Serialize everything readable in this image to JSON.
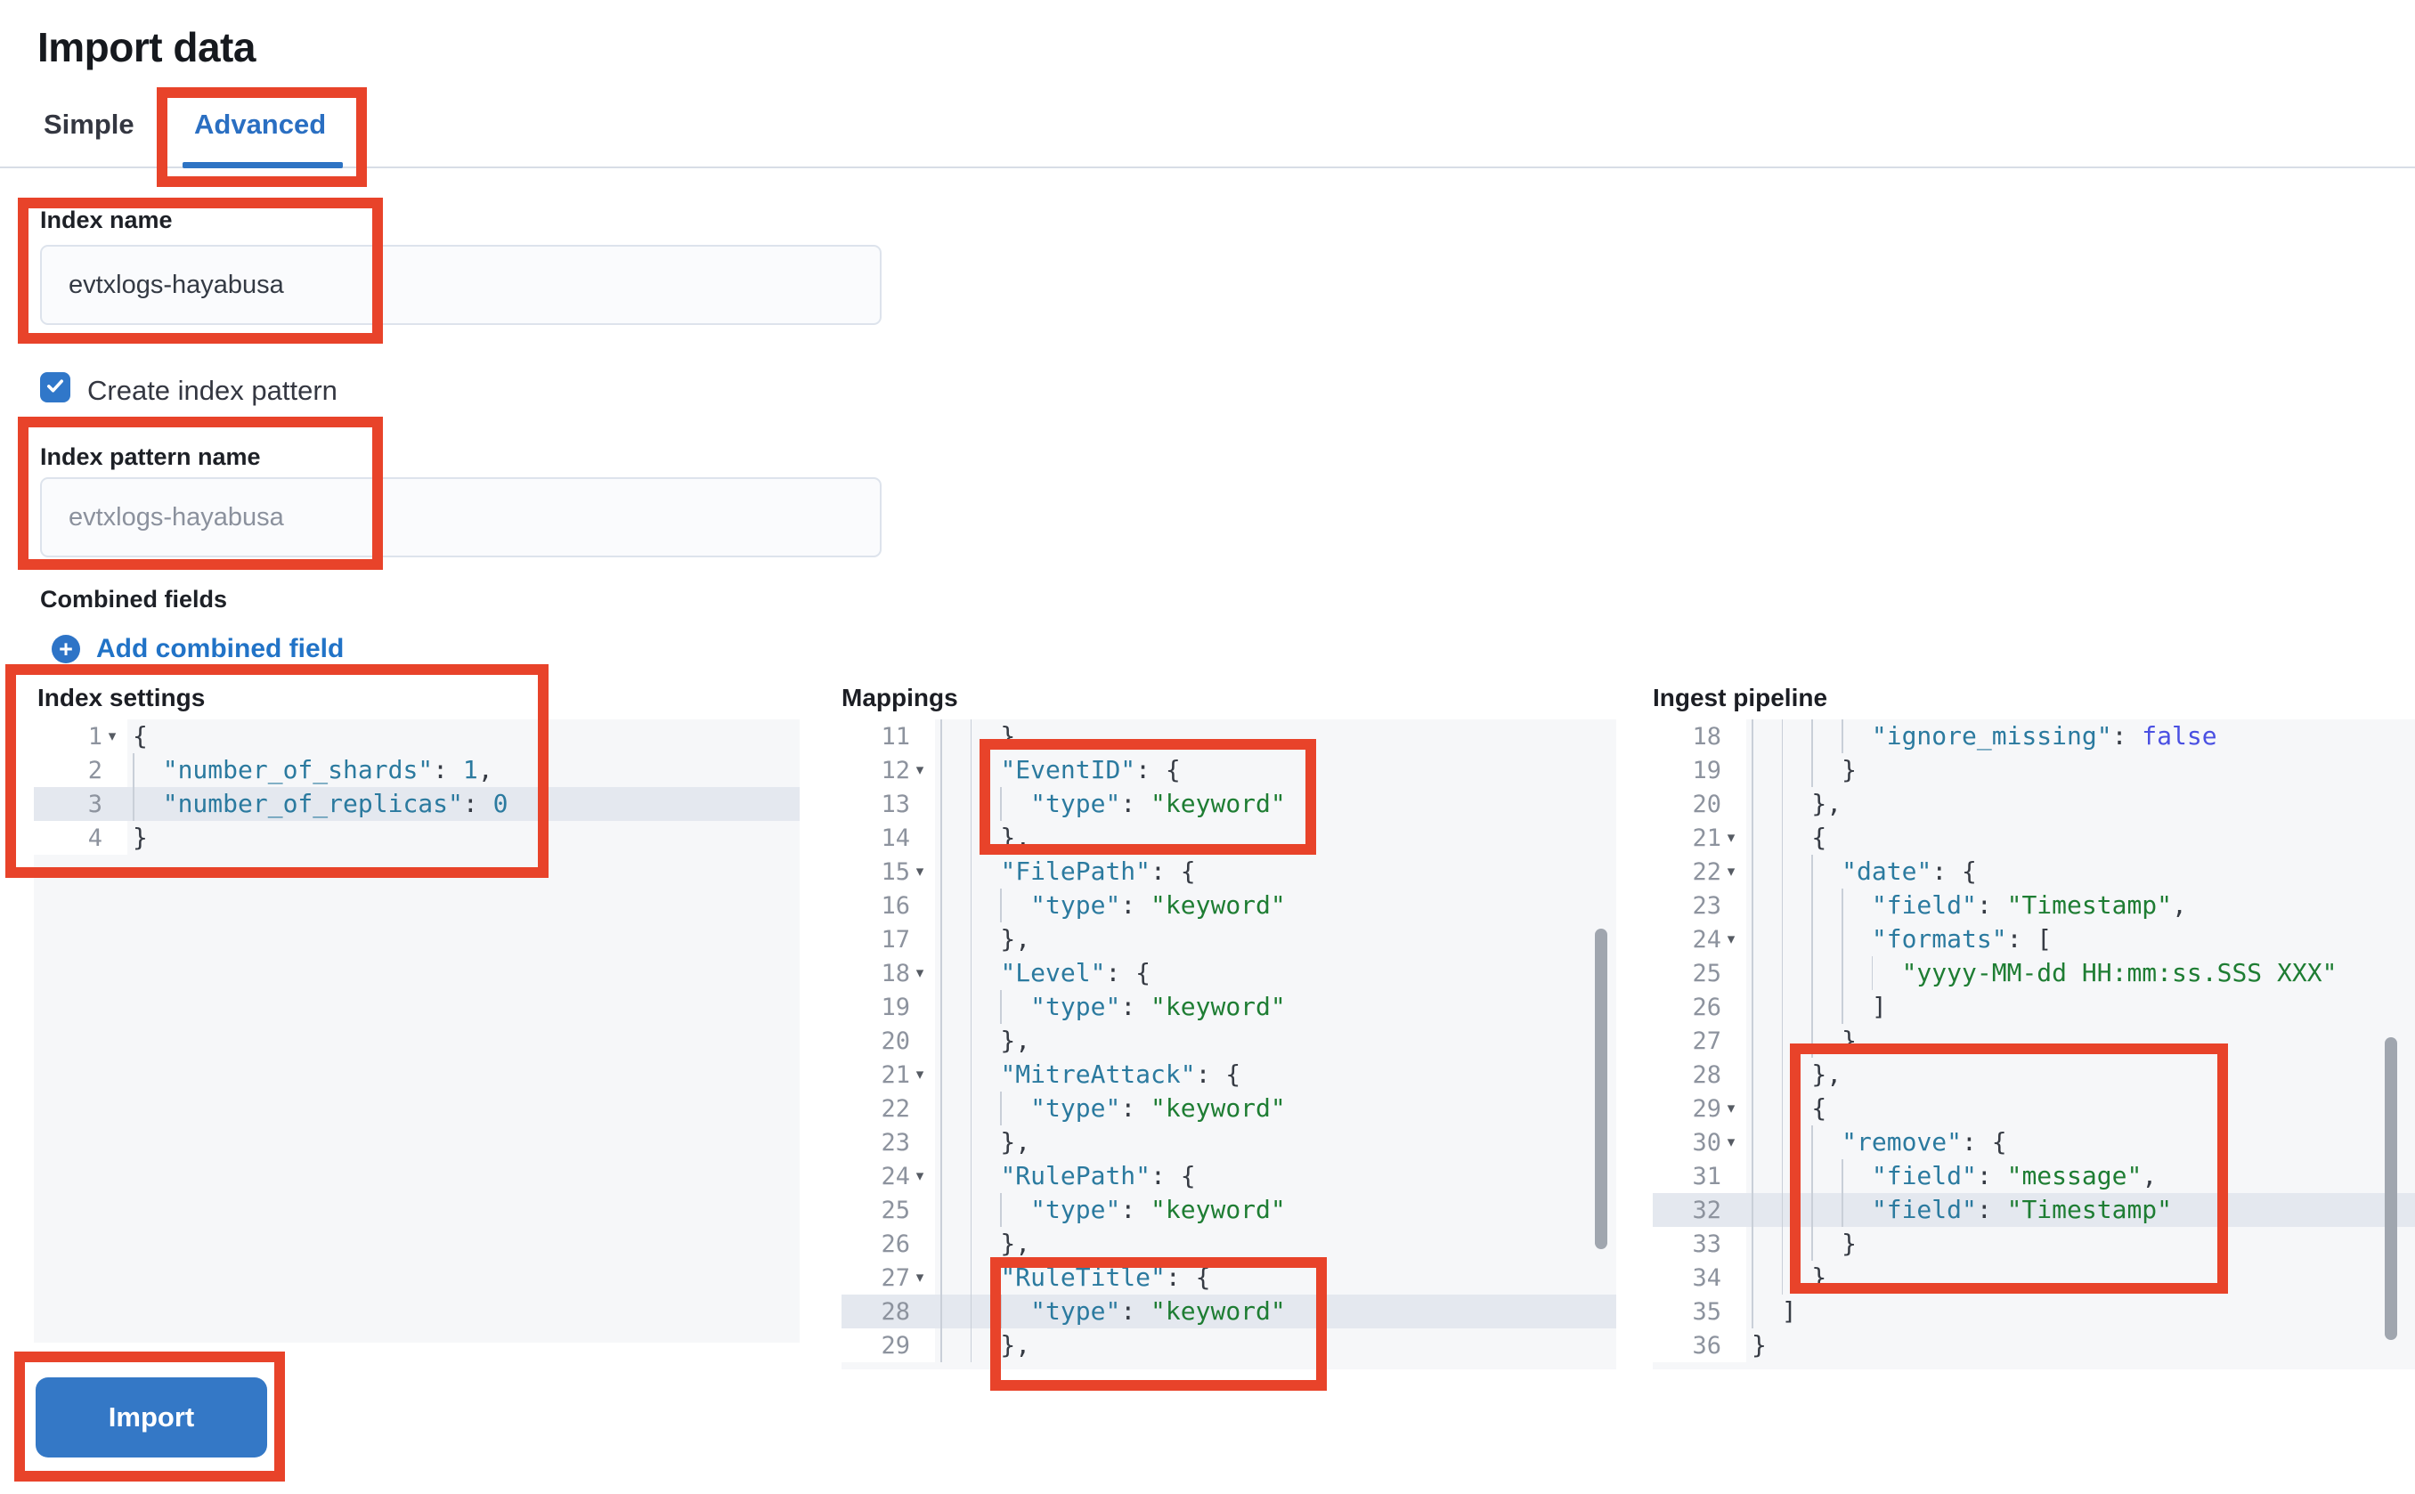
{
  "header": {
    "title": "Import data"
  },
  "tabs": {
    "simple": "Simple",
    "advanced": "Advanced",
    "selected": "Advanced"
  },
  "form": {
    "index_name": {
      "label": "Index name",
      "value": "evtxlogs-hayabusa"
    },
    "create_index_pattern": {
      "label": "Create index pattern",
      "checked": true
    },
    "index_pattern_name": {
      "label": "Index pattern name",
      "placeholder": "evtxlogs-hayabusa"
    },
    "combined_fields": {
      "label": "Combined fields",
      "add_link": "Add combined field"
    }
  },
  "editors": {
    "index_settings": {
      "label": "Index settings",
      "lines": [
        {
          "n": 1,
          "text": "{",
          "fold": true
        },
        {
          "n": 2,
          "text": "  \"number_of_shards\": 1,"
        },
        {
          "n": 3,
          "text": "  \"number_of_replicas\": 0",
          "active": true
        },
        {
          "n": 4,
          "text": "}"
        }
      ]
    },
    "mappings": {
      "label": "Mappings",
      "lines": [
        {
          "n": 11,
          "text": "    },"
        },
        {
          "n": 12,
          "text": "    \"EventID\": {",
          "fold": true
        },
        {
          "n": 13,
          "text": "      \"type\": \"keyword\""
        },
        {
          "n": 14,
          "text": "    },"
        },
        {
          "n": 15,
          "text": "    \"FilePath\": {",
          "fold": true
        },
        {
          "n": 16,
          "text": "      \"type\": \"keyword\""
        },
        {
          "n": 17,
          "text": "    },"
        },
        {
          "n": 18,
          "text": "    \"Level\": {",
          "fold": true
        },
        {
          "n": 19,
          "text": "      \"type\": \"keyword\""
        },
        {
          "n": 20,
          "text": "    },"
        },
        {
          "n": 21,
          "text": "    \"MitreAttack\": {",
          "fold": true
        },
        {
          "n": 22,
          "text": "      \"type\": \"keyword\""
        },
        {
          "n": 23,
          "text": "    },"
        },
        {
          "n": 24,
          "text": "    \"RulePath\": {",
          "fold": true
        },
        {
          "n": 25,
          "text": "      \"type\": \"keyword\""
        },
        {
          "n": 26,
          "text": "    },"
        },
        {
          "n": 27,
          "text": "    \"RuleTitle\": {",
          "fold": true
        },
        {
          "n": 28,
          "text": "      \"type\": \"keyword\"",
          "active": true
        },
        {
          "n": 29,
          "text": "    },"
        }
      ]
    },
    "ingest_pipeline": {
      "label": "Ingest pipeline",
      "lines": [
        {
          "n": 18,
          "text": "        \"ignore_missing\": false"
        },
        {
          "n": 19,
          "text": "      }"
        },
        {
          "n": 20,
          "text": "    },"
        },
        {
          "n": 21,
          "text": "    {",
          "fold": true
        },
        {
          "n": 22,
          "text": "      \"date\": {",
          "fold": true
        },
        {
          "n": 23,
          "text": "        \"field\": \"Timestamp\","
        },
        {
          "n": 24,
          "text": "        \"formats\": [",
          "fold": true
        },
        {
          "n": 25,
          "text": "          \"yyyy-MM-dd HH:mm:ss.SSS XXX\""
        },
        {
          "n": 26,
          "text": "        ]"
        },
        {
          "n": 27,
          "text": "      }"
        },
        {
          "n": 28,
          "text": "    },"
        },
        {
          "n": 29,
          "text": "    {",
          "fold": true
        },
        {
          "n": 30,
          "text": "      \"remove\": {",
          "fold": true
        },
        {
          "n": 31,
          "text": "        \"field\": \"message\","
        },
        {
          "n": 32,
          "text": "        \"field\": \"Timestamp\"",
          "active": true
        },
        {
          "n": 33,
          "text": "      }"
        },
        {
          "n": 34,
          "text": "    }"
        },
        {
          "n": 35,
          "text": "  ]"
        },
        {
          "n": 36,
          "text": "}"
        }
      ]
    }
  },
  "footer": {
    "import_label": "Import"
  },
  "colors": {
    "accent_blue": "#2a6fc2",
    "button_blue": "#3478c6",
    "checkbox_blue": "#3077c9",
    "annotation_red": "#e8432a",
    "editor_background": "#f6f7f9",
    "active_line": "#e4e8ef",
    "syntax_key": "#2b7a9f",
    "syntax_string": "#1e7d33",
    "syntax_boolean": "#4a50e2"
  }
}
